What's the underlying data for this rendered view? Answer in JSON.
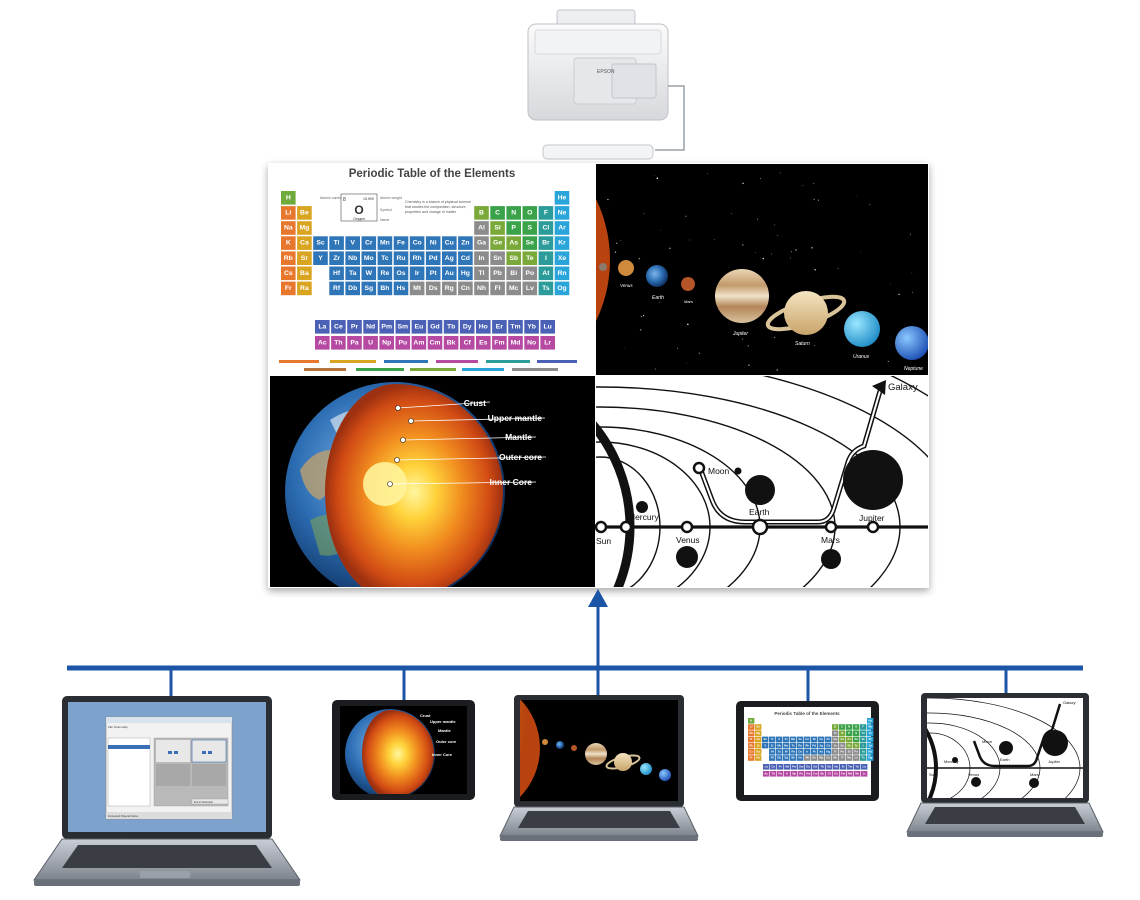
{
  "projector": {
    "brand": "EPSON"
  },
  "periodic": {
    "title": "Periodic Table of the Elements",
    "legend": {
      "number_label": "Atomic number",
      "weight_label": "Atomic weight",
      "symbol_label": "Symbol",
      "name_label": "Name",
      "sample_number": "8",
      "sample_weight": "15.999",
      "sample_symbol": "O",
      "sample_name": "Oxygen"
    },
    "intro": [
      "Chemistry is a branch of physical science",
      "that studies the composition, structure,",
      "properties and change of matter"
    ],
    "rows": [
      [
        "H",
        "",
        "",
        "",
        "",
        "",
        "",
        "",
        "",
        "",
        "",
        "",
        "",
        "",
        "",
        "",
        "",
        "He"
      ],
      [
        "Li",
        "Be",
        "",
        "",
        "",
        "",
        "",
        "",
        "",
        "",
        "",
        "",
        "B",
        "C",
        "N",
        "O",
        "F",
        "Ne"
      ],
      [
        "Na",
        "Mg",
        "",
        "",
        "",
        "",
        "",
        "",
        "",
        "",
        "",
        "",
        "Al",
        "Si",
        "P",
        "S",
        "Cl",
        "Ar"
      ],
      [
        "K",
        "Ca",
        "Sc",
        "Ti",
        "V",
        "Cr",
        "Mn",
        "Fe",
        "Co",
        "Ni",
        "Cu",
        "Zn",
        "Ga",
        "Ge",
        "As",
        "Se",
        "Br",
        "Kr"
      ],
      [
        "Rb",
        "Sr",
        "Y",
        "Zr",
        "Nb",
        "Mo",
        "Tc",
        "Ru",
        "Rh",
        "Pd",
        "Ag",
        "Cd",
        "In",
        "Sn",
        "Sb",
        "Te",
        "I",
        "Xe"
      ],
      [
        "Cs",
        "Ba",
        "",
        "Hf",
        "Ta",
        "W",
        "Re",
        "Os",
        "Ir",
        "Pt",
        "Au",
        "Hg",
        "Tl",
        "Pb",
        "Bi",
        "Po",
        "At",
        "Rn"
      ],
      [
        "Fr",
        "Ra",
        "",
        "Rf",
        "Db",
        "Sg",
        "Bh",
        "Hs",
        "Mt",
        "Ds",
        "Rg",
        "Cn",
        "Nh",
        "Fl",
        "Mc",
        "Lv",
        "Ts",
        "Og"
      ]
    ],
    "lanthanides": [
      "La",
      "Ce",
      "Pr",
      "Nd",
      "Pm",
      "Sm",
      "Eu",
      "Gd",
      "Tb",
      "Dy",
      "Ho",
      "Er",
      "Tm",
      "Yb",
      "Lu"
    ],
    "actinides": [
      "Ac",
      "Th",
      "Pa",
      "U",
      "Np",
      "Pu",
      "Am",
      "Cm",
      "Bk",
      "Cf",
      "Es",
      "Fm",
      "Md",
      "No",
      "Lr"
    ]
  },
  "solar": {
    "labels": [
      "Venus",
      "Earth",
      "Mars",
      "Jupiter",
      "Saturn",
      "Uranus",
      "Neptune"
    ]
  },
  "earth_layers": {
    "labels": [
      "Crust",
      "Upper mantle",
      "Mantle",
      "Outer core",
      "Inner Core"
    ]
  },
  "orbit_map": {
    "labels": {
      "galaxy": "Galaxy",
      "moon": "Moon",
      "mercury": "Mercury",
      "earth": "Earth",
      "jupiter": "Jupiter",
      "sun": "Sun",
      "venus": "Venus",
      "mars": "Mars"
    }
  },
  "laptop_app": {
    "menu": "File  Tools  Help",
    "button": "Exit to Moderator",
    "status": "Connected Projector Name"
  },
  "colors": {
    "network": "#1c55a6",
    "alkali": "#e8772e",
    "alkaline": "#d9a420",
    "transition": "#2f76b9",
    "metalloid": "#7aa93a",
    "nonmetal": "#3aa34a",
    "halogen": "#2b9c9a",
    "noble": "#2aa5d9",
    "lanthanide": "#4a61b5",
    "actinide": "#b64aa3",
    "poor_metal": "#8c8c8c",
    "hydrogen": "#6eaa3c"
  }
}
